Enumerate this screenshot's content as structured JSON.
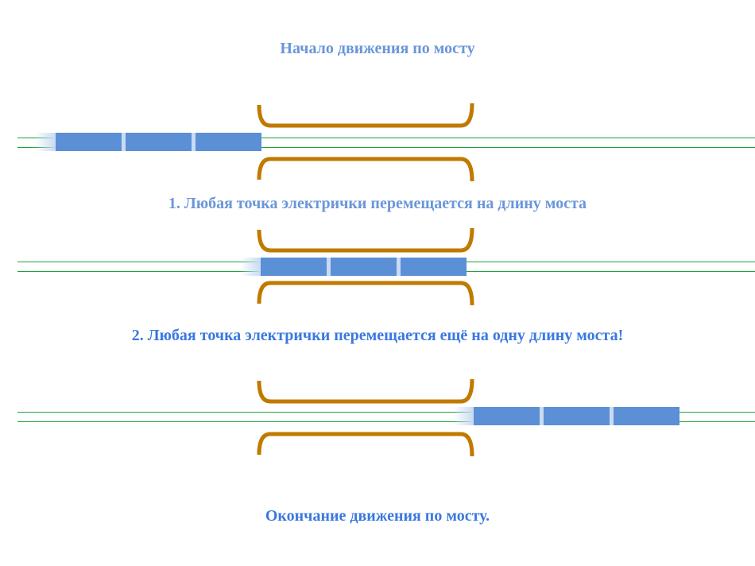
{
  "captions": {
    "start": "Начало движения по мосту",
    "step1": "1. Любая точка электрички перемещается на длину моста",
    "step2": "2. Любая точка электрички перемещается ещё на одну длину моста!",
    "end": "Окончание движения по мосту."
  },
  "colors": {
    "caption_light": "#6a96d8",
    "caption_bright": "#3a78e0",
    "train": "#5b8fd6",
    "rail": "#1aa53a",
    "bridge": "#c07a00"
  },
  "scenes": [
    {
      "name": "train-before-bridge",
      "cars": 3
    },
    {
      "name": "train-on-bridge",
      "cars": 3
    },
    {
      "name": "train-after-bridge",
      "cars": 3
    }
  ]
}
